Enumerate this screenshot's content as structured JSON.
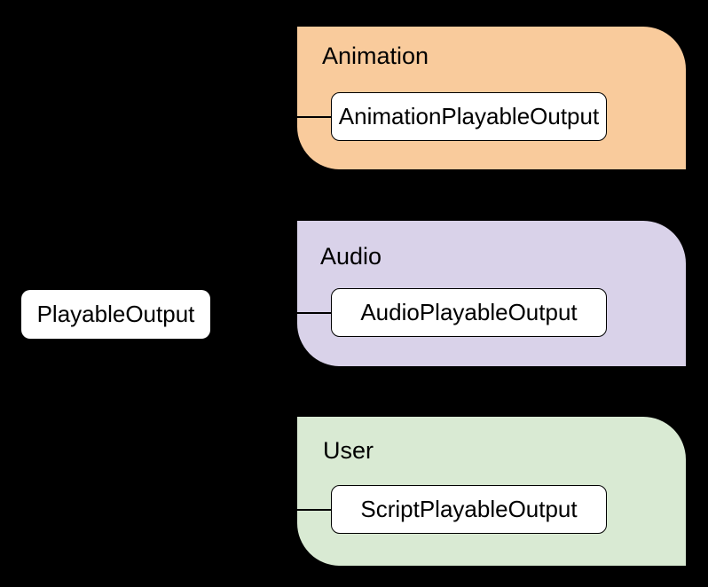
{
  "diagram": {
    "background_color": "#000000",
    "root": {
      "label": "PlayableOutput",
      "fill_color": "#FFFFFF"
    },
    "groups": [
      {
        "id": "animation",
        "label": "Animation",
        "fill_color": "#F9CB9C",
        "border_color": "#000000",
        "item": {
          "label": "AnimationPlayableOutput",
          "fill_color": "#FFFFFF"
        }
      },
      {
        "id": "audio",
        "label": "Audio",
        "fill_color": "#D9D2E9",
        "border_color": "#000000",
        "item": {
          "label": "AudioPlayableOutput",
          "fill_color": "#FFFFFF"
        }
      },
      {
        "id": "user",
        "label": "User",
        "fill_color": "#D9EAD3",
        "border_color": "#000000",
        "item": {
          "label": "ScriptPlayableOutput",
          "fill_color": "#FFFFFF"
        }
      }
    ]
  }
}
